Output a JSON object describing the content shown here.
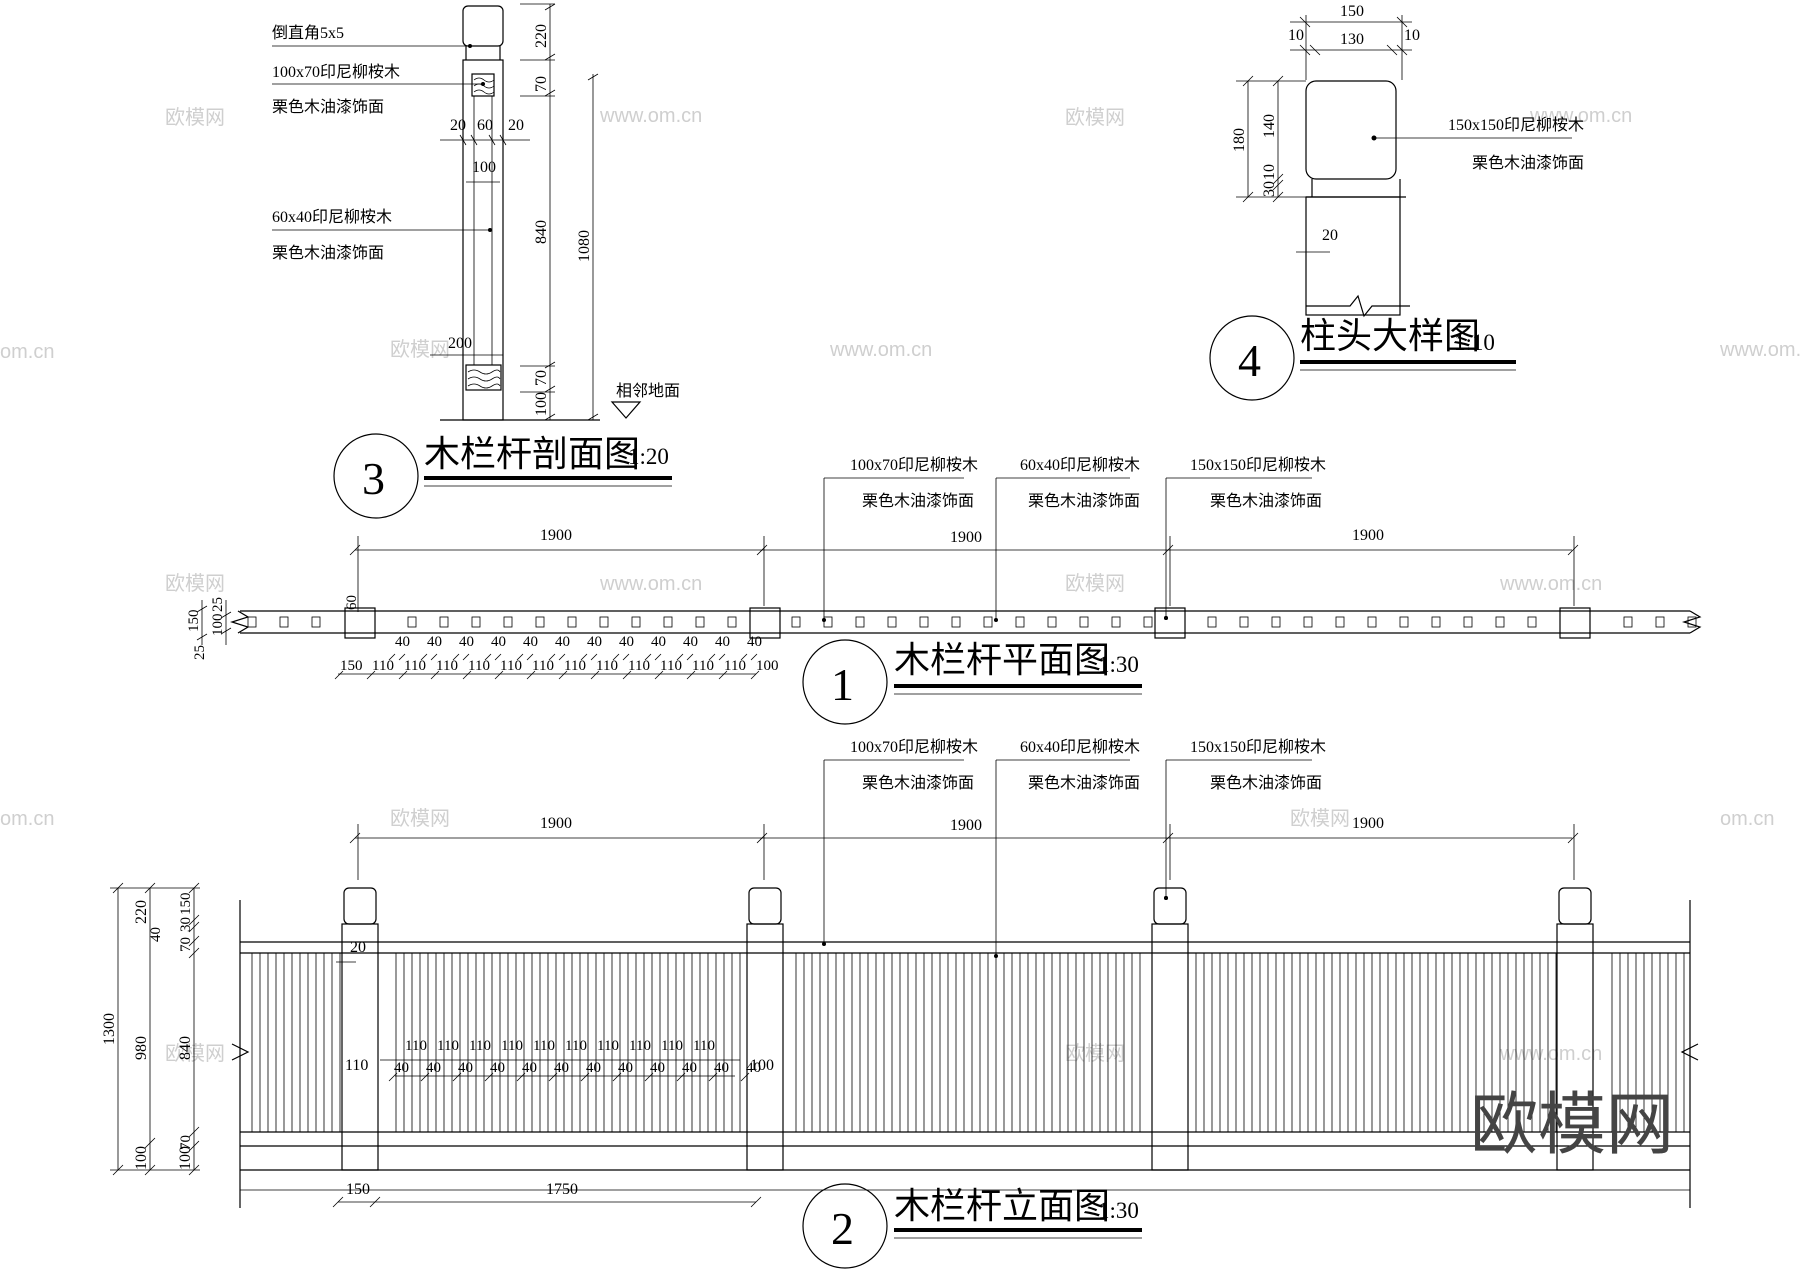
{
  "section": {
    "label_chamfer": "倒直角5x5",
    "label_rail": "100x70印尼柳桉木",
    "label_finish1": "栗色木油漆饰面",
    "label_baluster": "60x40印尼柳桉木",
    "label_finish2": "栗色木油漆饰面",
    "label_ground": "相邻地面",
    "dim_220": "220",
    "dim_70a": "70",
    "dim_840": "840",
    "dim_1080": "1080",
    "dim_70b": "70",
    "dim_100": "100",
    "dim_20a": "20",
    "dim_60": "60",
    "dim_20b": "20",
    "dim_100w": "100",
    "dim_200": "200",
    "num": "3",
    "title": "木栏杆剖面图",
    "scale": "1:20"
  },
  "post_head": {
    "dim_150": "150",
    "dim_10a": "10",
    "dim_130": "130",
    "dim_10b": "10",
    "dim_180": "180",
    "dim_140": "140",
    "dim_30": "30",
    "dim_10c": "10",
    "dim_20": "20",
    "label_post": "150x150印尼柳桉木",
    "label_finish": "栗色木油漆饰面",
    "num": "4",
    "title": "柱头大样图",
    "scale": "1:10"
  },
  "plan": {
    "callouts": [
      {
        "line1": "100x70印尼柳桉木",
        "line2": "栗色木油漆饰面"
      },
      {
        "line1": "60x40印尼柳桉木",
        "line2": "栗色木油漆饰面"
      },
      {
        "line1": "150x150印尼柳桉木",
        "line2": "栗色木油漆饰面"
      }
    ],
    "spans": [
      "1900",
      "1900",
      "1900"
    ],
    "left_dims": [
      "150",
      "25",
      "100",
      "25",
      "60"
    ],
    "gaps": [
      "40",
      "40",
      "40",
      "40",
      "40",
      "40",
      "40",
      "40",
      "40",
      "40",
      "40",
      "40"
    ],
    "bottom_dims": [
      "150",
      "110",
      "110",
      "110",
      "110",
      "110",
      "110",
      "110",
      "110",
      "110",
      "110",
      "110",
      "110",
      "100"
    ],
    "num": "1",
    "title": "木栏杆平面图",
    "scale": "1:30"
  },
  "elevation": {
    "callouts": [
      {
        "line1": "100x70印尼柳桉木",
        "line2": "栗色木油漆饰面"
      },
      {
        "line1": "60x40印尼柳桉木",
        "line2": "栗色木油漆饰面"
      },
      {
        "line1": "150x150印尼柳桉木",
        "line2": "栗色木油漆饰面"
      }
    ],
    "spans": [
      "1900",
      "1900",
      "1900"
    ],
    "left_dims": {
      "d1300": "1300",
      "d980": "980",
      "d100a": "100",
      "d220": "220",
      "d840": "840",
      "d100b": "100",
      "d150": "150",
      "d30": "30",
      "d70a": "70",
      "d40": "40",
      "d70b": "70",
      "d20": "20",
      "d110": "110",
      "d100r": "100"
    },
    "top_dims": [
      "110",
      "110",
      "110",
      "110",
      "110",
      "110",
      "110",
      "110",
      "110",
      "110"
    ],
    "gaps": [
      "40",
      "40",
      "40",
      "40",
      "40",
      "40",
      "40",
      "40",
      "40",
      "40",
      "40",
      "40"
    ],
    "bottom_150": "150",
    "bottom_1750": "1750",
    "num": "2",
    "title": "木栏杆立面图",
    "scale": "1:30"
  },
  "watermark": {
    "brand": "欧模网",
    "url": "www.om.cn",
    "url2": "om.cn"
  }
}
